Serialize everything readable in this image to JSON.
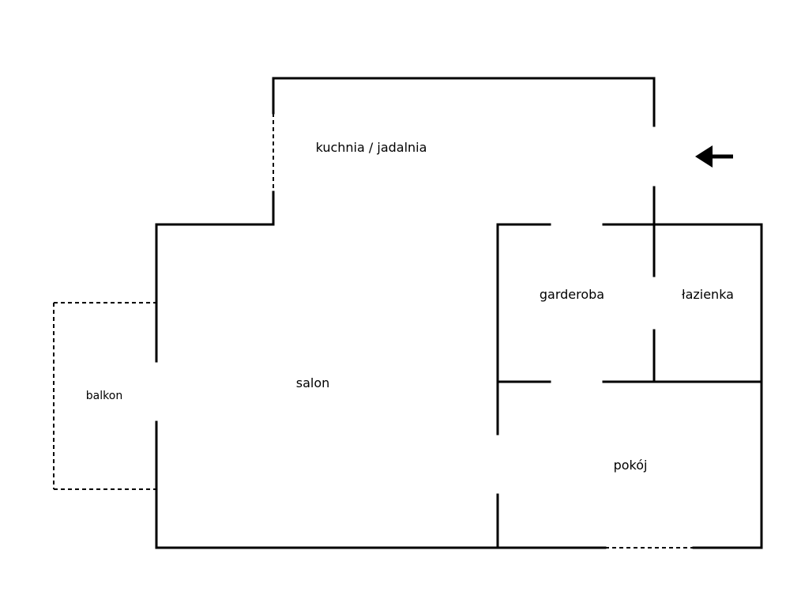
{
  "rooms": {
    "kitchen": "kuchnia / jadalnia",
    "salon": "salon",
    "wardrobe": "garderoba",
    "bathroom": "łazienka",
    "balcony": "balkon",
    "room": "pokój"
  },
  "entrance_icon": "arrow-left-icon",
  "colors": {
    "wall": "#000000",
    "background": "#ffffff"
  }
}
